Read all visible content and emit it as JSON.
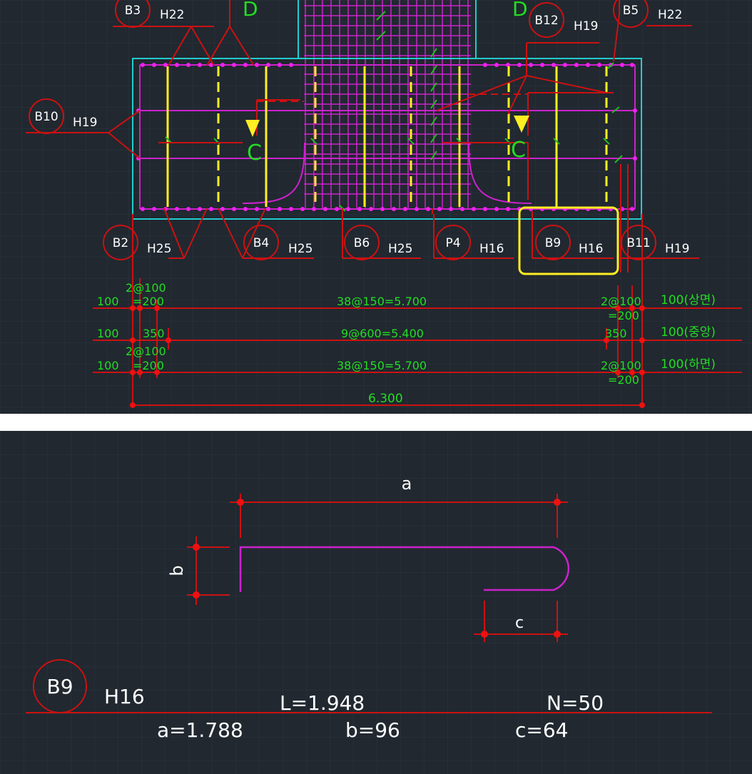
{
  "top": {
    "section_labels": [
      "D",
      "D"
    ],
    "cut_labels": [
      "C",
      "C"
    ],
    "callouts": [
      {
        "id": "B3",
        "bar": "H22"
      },
      {
        "id": "B12",
        "bar": "H19"
      },
      {
        "id": "B5",
        "bar": "H22"
      },
      {
        "id": "B10",
        "bar": "H19"
      },
      {
        "id": "B2",
        "bar": "H25"
      },
      {
        "id": "B4",
        "bar": "H25"
      },
      {
        "id": "B6",
        "bar": "H25"
      },
      {
        "id": "P4",
        "bar": "H16"
      },
      {
        "id": "B9",
        "bar": "H16"
      },
      {
        "id": "B11",
        "bar": "H19"
      }
    ],
    "dim_rows": [
      {
        "left1": "100",
        "left2_top": "2@100",
        "left2": "=200",
        "center": "38@150=5.700",
        "right": "2@100",
        "right_bottom": "=200",
        "label": "100(상면)"
      },
      {
        "left1": "100",
        "left2_top": "",
        "left2": "350",
        "center": "9@600=5.400",
        "right": "350",
        "right_bottom": "",
        "label": "100(중앙)"
      },
      {
        "left1": "100",
        "left2_top": "2@100",
        "left2": "=200",
        "center": "38@150=5.700",
        "right": "2@100",
        "right_bottom": "=200",
        "label": "100(하면)"
      }
    ],
    "total": "6.300",
    "highlight_color": "#ffee22"
  },
  "bottom": {
    "label_a": "a",
    "label_b": "b",
    "label_c": "c",
    "mark": "B9",
    "bar": "H16",
    "length": "L=1.948",
    "count": "N=50",
    "a_value": "a=1.788",
    "b_value": "b=96",
    "c_value": "c=64"
  },
  "colors": {
    "background": "#212830",
    "rebar": "#cc22cc",
    "dimension": "#cc1111",
    "outline": "#22cccc",
    "dim_text": "#22dd22",
    "label": "#ffffff",
    "highlight": "#ffee22"
  }
}
